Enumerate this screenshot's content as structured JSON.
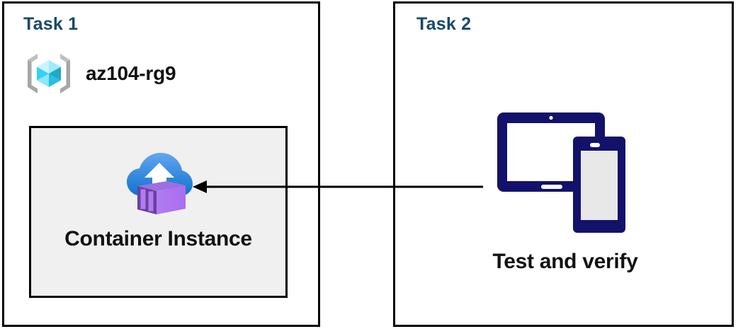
{
  "diagram": {
    "title": "Azure Container Instance task diagram",
    "background": "#ffffff",
    "colors": {
      "panel_border": "#000000",
      "task_title": "#17496D",
      "inner_box_fill": "#F0F0F0",
      "device_navy": "#12126B",
      "device_screen_gray": "#E8E8E8",
      "arrow": "#000000",
      "rg_bracket_gray": "#A6A6A6",
      "rg_cube_cyan_light": "#9CEBFF",
      "rg_cube_cyan": "#32D2F2",
      "rg_cube_cyan_dark": "#1FA8C8",
      "aci_cloud_top": "#5EA0EF",
      "aci_cloud_bottom": "#0E78D4",
      "aci_container_light": "#B77AF4",
      "aci_container_mid": "#9D6FE0",
      "aci_container_dark": "#5C2E91"
    }
  },
  "panels": [
    {
      "id": "task1",
      "title": "Task 1",
      "resource_group": {
        "icon": "azure-resource-group-icon",
        "label": "az104-rg9"
      },
      "inner_box": {
        "icon": "azure-container-instance-icon",
        "label": "Container Instance"
      }
    },
    {
      "id": "task2",
      "title": "Task 2",
      "devices": {
        "icon": "tablet-and-phone-icon",
        "label": "Test and verify"
      }
    }
  ],
  "connector": {
    "name": "flow-arrow",
    "from": "Test and verify",
    "to": "Container Instance",
    "direction": "right-to-left",
    "style": "solid-line-with-arrowhead"
  }
}
